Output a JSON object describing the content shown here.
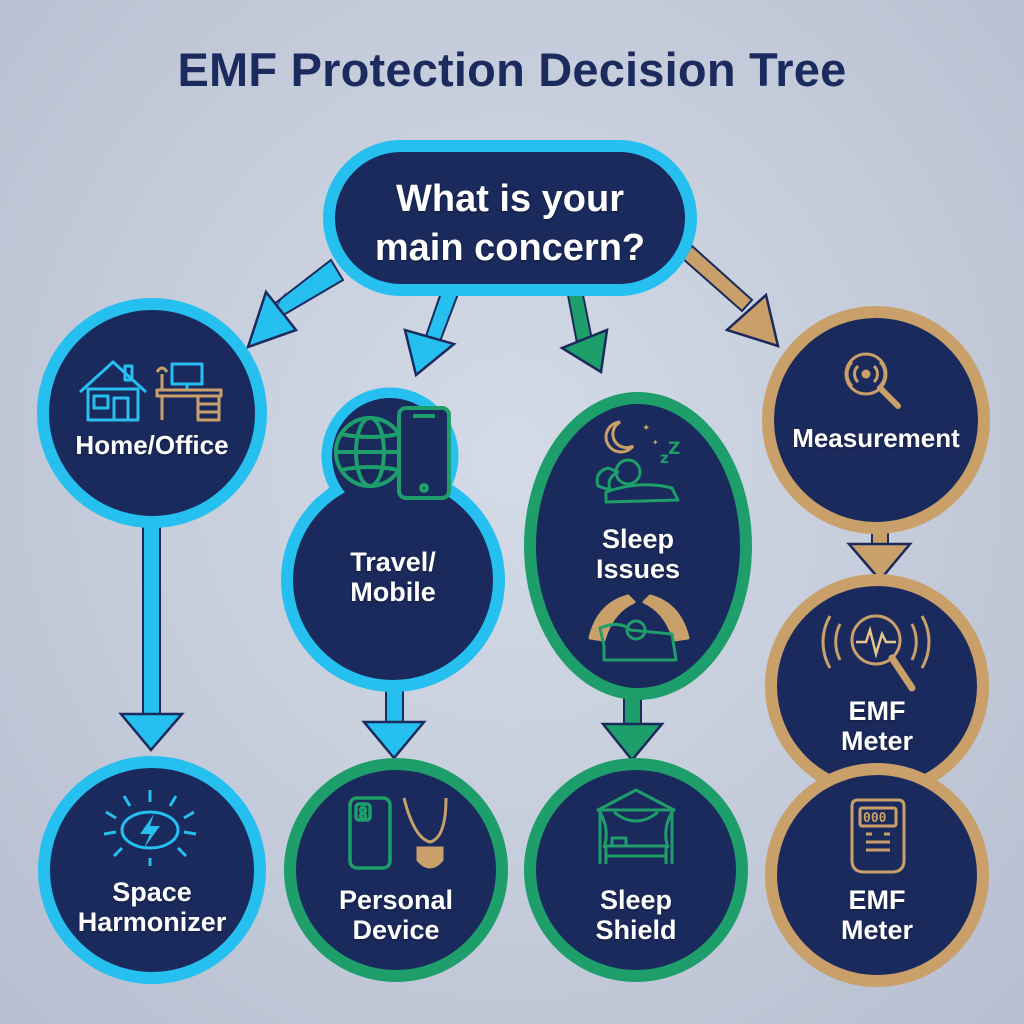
{
  "title": "EMF Protection Decision Tree",
  "root": {
    "question": "What is your\nmain concern?"
  },
  "branches": {
    "home_office": {
      "label": "Home/Office",
      "result": "Space\nHarmonizer"
    },
    "travel_mobile": {
      "label": "Travel/\nMobile",
      "result": "Personal\nDevice"
    },
    "sleep_issues": {
      "label": "Sleep\nIssues",
      "result": "Sleep\nShield"
    },
    "measurement": {
      "label": "Measurement",
      "step": "EMF\nMeter",
      "result": "EMF\nMeter"
    }
  },
  "icons": {
    "home_office": [
      "house-icon",
      "desk-icon"
    ],
    "travel_mobile": [
      "globe-icon",
      "smartphone-icon"
    ],
    "sleep_issues": [
      "moon-stars-icon",
      "sleeping-person-icon",
      "protective-hands-icon"
    ],
    "measurement": [
      "magnifier-signal-icon"
    ],
    "emf_meter_step": [
      "signal-magnifier-icon"
    ],
    "space_harmonizer": [
      "energy-burst-icon"
    ],
    "personal_device": [
      "phone-case-icon",
      "pendant-necklace-icon"
    ],
    "sleep_shield": [
      "canopy-bed-icon"
    ],
    "emf_meter_result": [
      "meter-device-icon"
    ]
  },
  "colors": {
    "navy": "#1b2a5c",
    "cyan": "#25bff0",
    "green": "#1e9e6a",
    "gold": "#c9a06a",
    "title": "#1c2b5e",
    "background": "#c8cfdc"
  }
}
